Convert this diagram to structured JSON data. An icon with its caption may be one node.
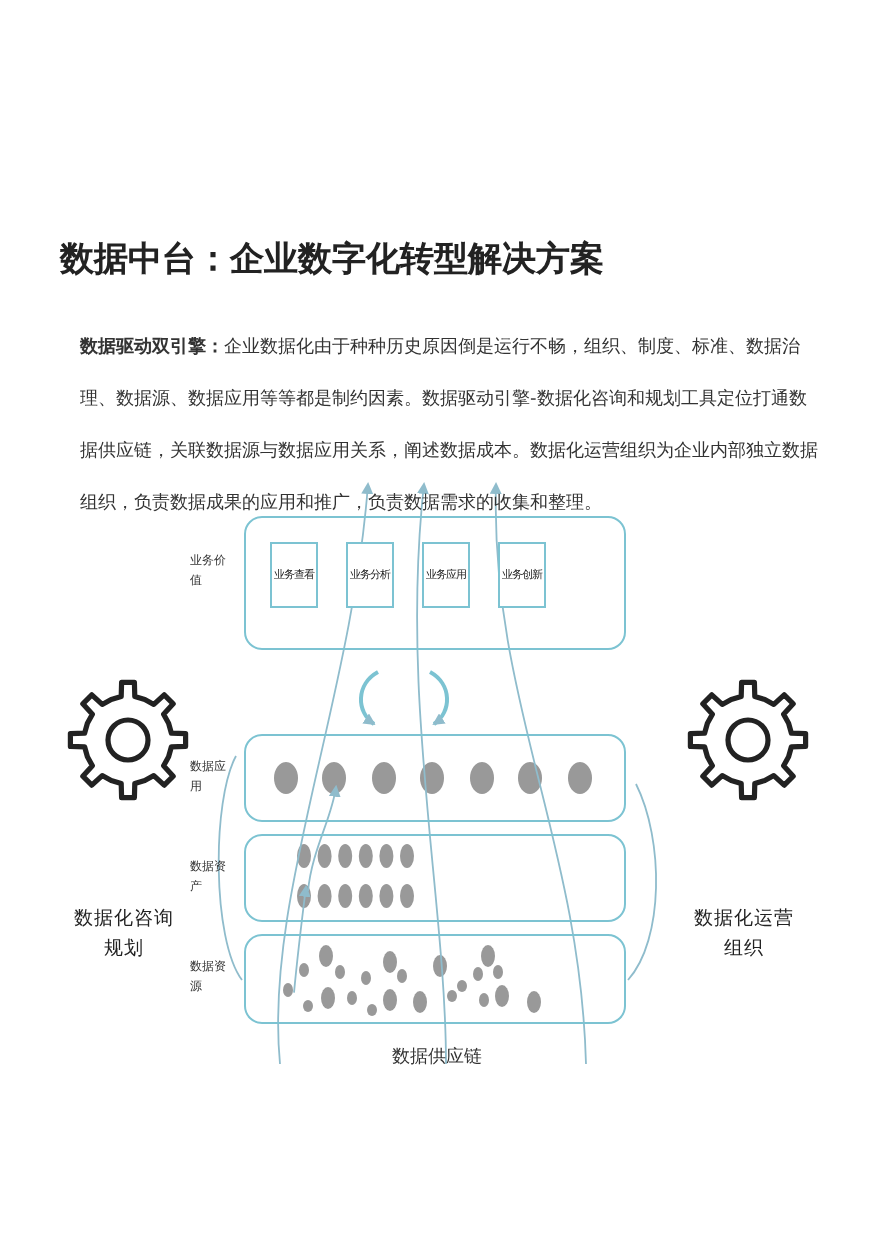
{
  "diagram": {
    "title": "数据中台：企业数字化转型解决方案",
    "nodes": [
      {
        "text": [
          "业务价值"
        ]
      },
      {
        "text": [
          "业务查看"
        ],
        "in": 0
      },
      {
        "text": [
          "业务分析"
        ],
        "in": 0
      },
      {
        "text": [
          "业务应用"
        ],
        "in": 0
      },
      {
        "text": [
          "业务创新"
        ],
        "in": 0
      },
      {
        "text": [
          "数据应用"
        ]
      },
      {
        "text": [
          "数据资产"
        ]
      },
      {
        "text": [
          "数据资源"
        ]
      }
    ],
    "edges": [
      {
        "from": 7,
        "to": 6,
        "arrow": "to"
      },
      {
        "from": 6,
        "to": 5,
        "arrow": "to"
      }
    ],
    "labels": [
      "**数据驱动双引擎：**企业数据化由于种种历史原因倒是运行不畅，组织、制度、标准、数据治理、数据源、数据应用等等都是制约因素。数据驱动引擎-数据化咨询和规划工具定位打通数据供应链，关联数据源与数据应用关系，阐述数据成本。数据化运营组织为企业内部独立数据组织，负责数据成果的应用和推广，负责数据需求的收集和整理。",
      "数据化咨询规划",
      "数据化运营组织",
      "数据供应链"
    ]
  }
}
